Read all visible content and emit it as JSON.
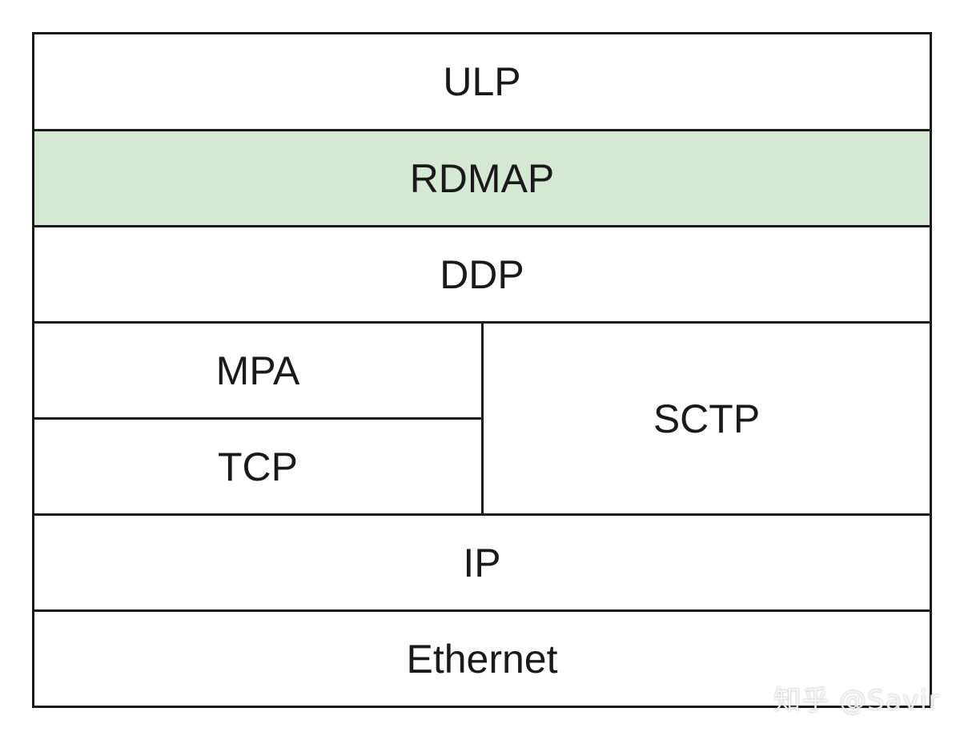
{
  "layers": {
    "ulp": "ULP",
    "rdmap": "RDMAP",
    "ddp": "DDP",
    "mpa": "MPA",
    "tcp": "TCP",
    "sctp": "SCTP",
    "ip": "IP",
    "ethernet": "Ethernet"
  },
  "colors": {
    "highlight": "#d5e8d4",
    "border": "#1a1a1a"
  },
  "watermark": "知乎 @Savir"
}
